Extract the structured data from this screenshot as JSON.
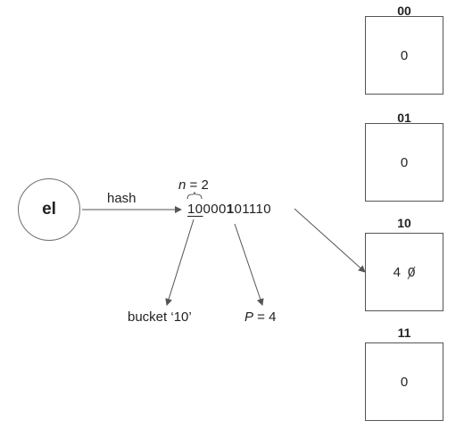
{
  "element": {
    "label": "el"
  },
  "hash_label": "hash",
  "n_label": {
    "var": "n",
    "rest": " = 2"
  },
  "hash_bits": {
    "first_two": "10",
    "middle": "000",
    "bold_bit": "1",
    "rest": "01110"
  },
  "bucket_pointer_label": "bucket ‘10’",
  "p_label": {
    "var": "P",
    "rest": " = 4"
  },
  "buckets": [
    {
      "id": "00",
      "value": "0"
    },
    {
      "id": "01",
      "value": "0"
    },
    {
      "id": "10",
      "value": "4",
      "old_value": "0"
    },
    {
      "id": "11",
      "value": "0"
    }
  ],
  "colors": {
    "line": "#555555",
    "border": "#555555"
  }
}
